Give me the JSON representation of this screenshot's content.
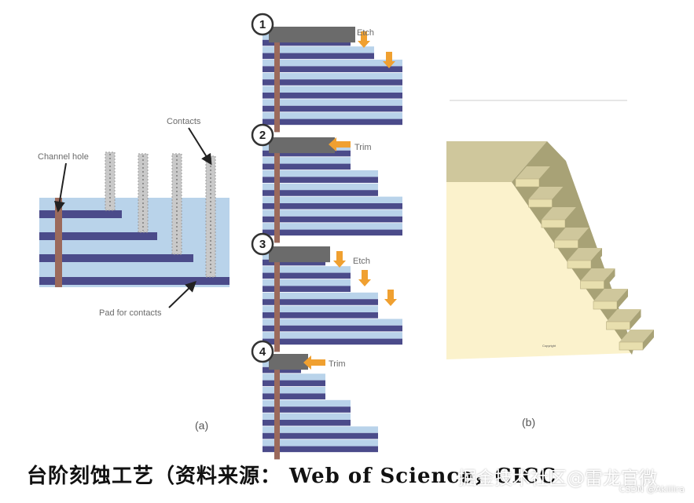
{
  "panel_a": {
    "channel_hole_label": "Channel hole",
    "contacts_label": "Contacts",
    "pad_label": "Pad for contacts",
    "caption": "(a)"
  },
  "panel_steps": {
    "steps": [
      {
        "number": "1",
        "action": "Etch"
      },
      {
        "number": "2",
        "action": "Trim"
      },
      {
        "number": "3",
        "action": "Etch"
      },
      {
        "number": "4",
        "action": "Trim"
      }
    ]
  },
  "panel_b": {
    "caption": "(b)"
  },
  "footer": {
    "caption": "台阶刻蚀工艺（资料来源： Web of Science，CICC",
    "watermark": "掘金技术社区@雷龙官微",
    "csdn": "CSDN @Akiiiira"
  },
  "colors": {
    "light_layer": "#b9d3ea",
    "dark_layer": "#4b4b8a",
    "channel": "#9b6a5c",
    "mask": "#6b6b6b",
    "arrow": "#f0a030",
    "cube_front": "#fbf2cc",
    "cube_top": "#cfc79c",
    "cube_side": "#a8a276"
  }
}
